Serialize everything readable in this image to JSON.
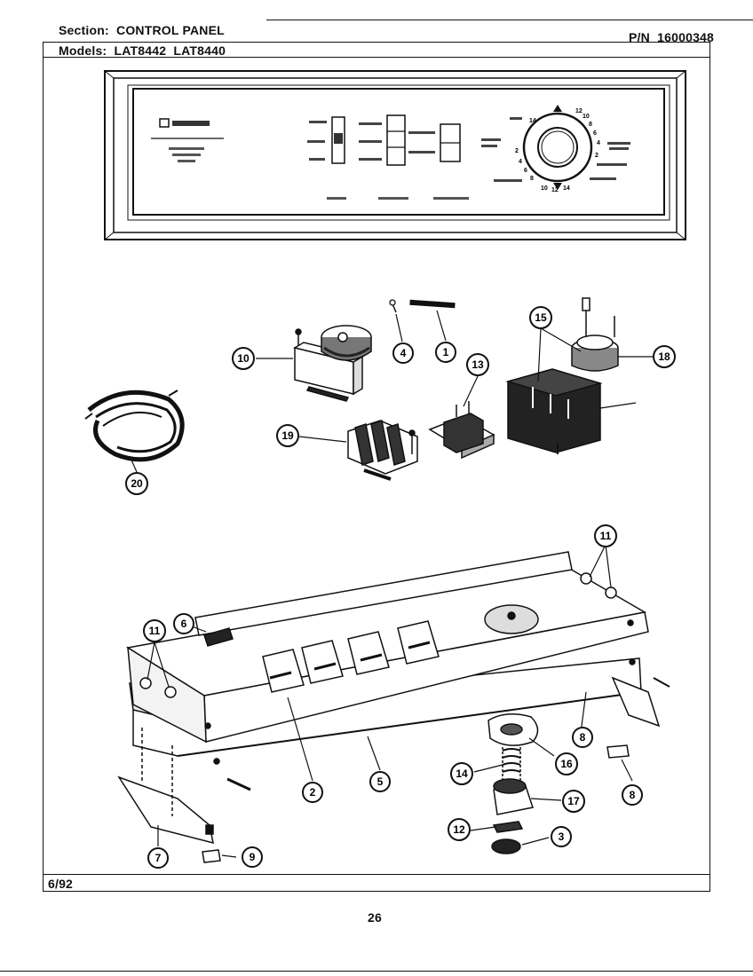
{
  "header": {
    "section_label": "Section:",
    "section_value": "CONTROL PANEL",
    "models_label": "Models:",
    "models": [
      "LAT8442",
      "LAT8440"
    ],
    "part_number_label": "P/N",
    "part_number": "16000348"
  },
  "footer": {
    "date": "6/92",
    "page_number": "26"
  },
  "panel": {
    "dial_numbers": [
      "14",
      "12",
      "10",
      "8",
      "6",
      "4",
      "2",
      "2",
      "4",
      "6",
      "8",
      "10",
      "12",
      "14"
    ]
  },
  "callouts": [
    "1",
    "2",
    "3",
    "4",
    "5",
    "6",
    "7",
    "8",
    "8",
    "9",
    "10",
    "11",
    "11",
    "12",
    "13",
    "14",
    "15",
    "16",
    "17",
    "18",
    "19",
    "20"
  ]
}
